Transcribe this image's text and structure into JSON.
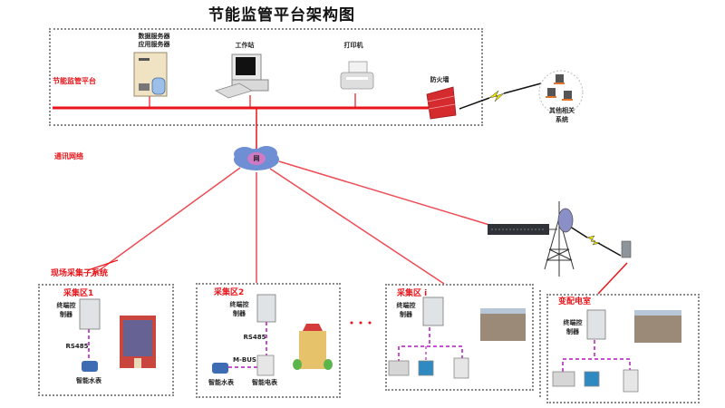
{
  "title": "节能监管平台架构图",
  "platform": {
    "label": "节能监管平台",
    "server_label_1": "数据服务器",
    "server_label_2": "应用服务器",
    "workstation_label": "工作站",
    "printer_label": "打印机",
    "firewall_label": "防火墙"
  },
  "external": {
    "label_1": "其他相关",
    "label_2": "系统"
  },
  "network": {
    "label": "通讯网络",
    "cloud_label": "网"
  },
  "field_subsystem_label": "现场采集子系统",
  "zones": [
    {
      "name": "采集区1",
      "controller_1": "终端控",
      "controller_2": "制器",
      "bus": "RS485",
      "meter": "智能水表"
    },
    {
      "name": "采集区2",
      "controller_1": "终端控",
      "controller_2": "制器",
      "bus": "RS485",
      "bus2": "M-BUS",
      "water_meter": "智能水表",
      "electric_meter": "智能电表"
    },
    {
      "name": "采集区 i",
      "controller_1": "终端控",
      "controller_2": "制器"
    },
    {
      "name": "变配电室",
      "controller_1": "终端控",
      "controller_2": "制器"
    }
  ],
  "ellipsis": "· · ·",
  "colors": {
    "network_line": "#e8141a",
    "bus_line": "#c84fd0",
    "border": "#8a8a8a"
  }
}
